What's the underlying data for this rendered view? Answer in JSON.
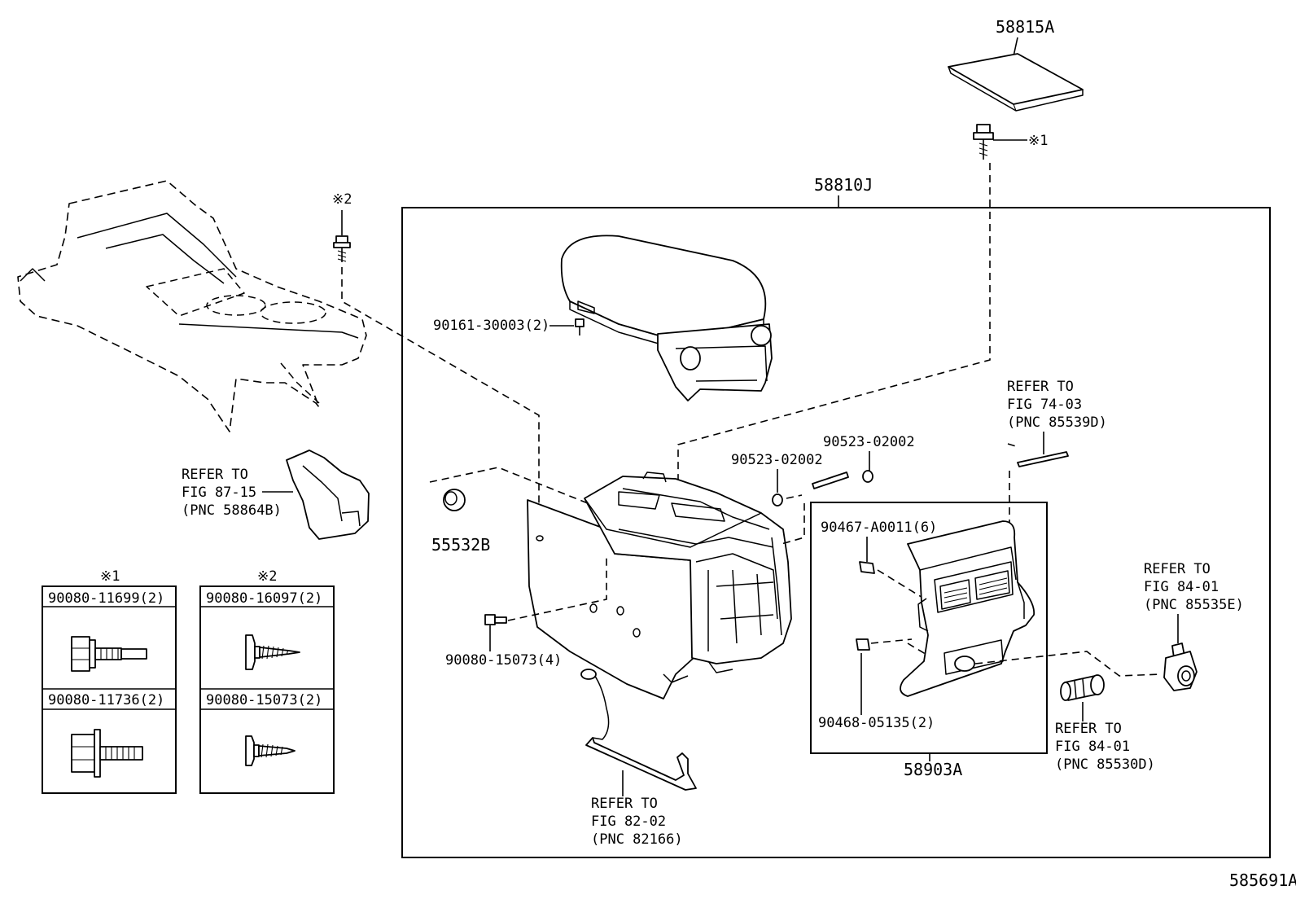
{
  "diagram_id": "585691A",
  "parts": {
    "top_cover": "58815A",
    "main_assembly": "58810J",
    "rear_panel_assembly": "58903A",
    "plug": "55532B"
  },
  "callouts": {
    "screw_armrest": "90161-30003(2)",
    "screw_box": "90080-15073(4)",
    "pin_a": "90523-02002",
    "pin_b": "90523-02002",
    "clip_panel": "90467-A0011(6)",
    "screw_panel": "90468-05135(2)",
    "note_1": "※1",
    "note_2": "※2"
  },
  "references": {
    "ref_87_15": [
      "REFER TO",
      "FIG 87-15",
      "(PNC 58864B)"
    ],
    "ref_74_03": [
      "REFER TO",
      "FIG 74-03",
      "(PNC 85539D)"
    ],
    "ref_84_01_e": [
      "REFER TO",
      "FIG 84-01",
      "(PNC 85535E)"
    ],
    "ref_84_01_d": [
      "REFER TO",
      "FIG 84-01",
      "(PNC 85530D)"
    ],
    "ref_82_02": [
      "REFER TO",
      "FIG 82-02",
      "(PNC 82166)"
    ]
  },
  "legend": {
    "note_1": {
      "mark": "※1",
      "items": [
        "90080-11699(2)",
        "90080-11736(2)"
      ]
    },
    "note_2": {
      "mark": "※2",
      "items": [
        "90080-16097(2)",
        "90080-15073(2)"
      ]
    }
  }
}
